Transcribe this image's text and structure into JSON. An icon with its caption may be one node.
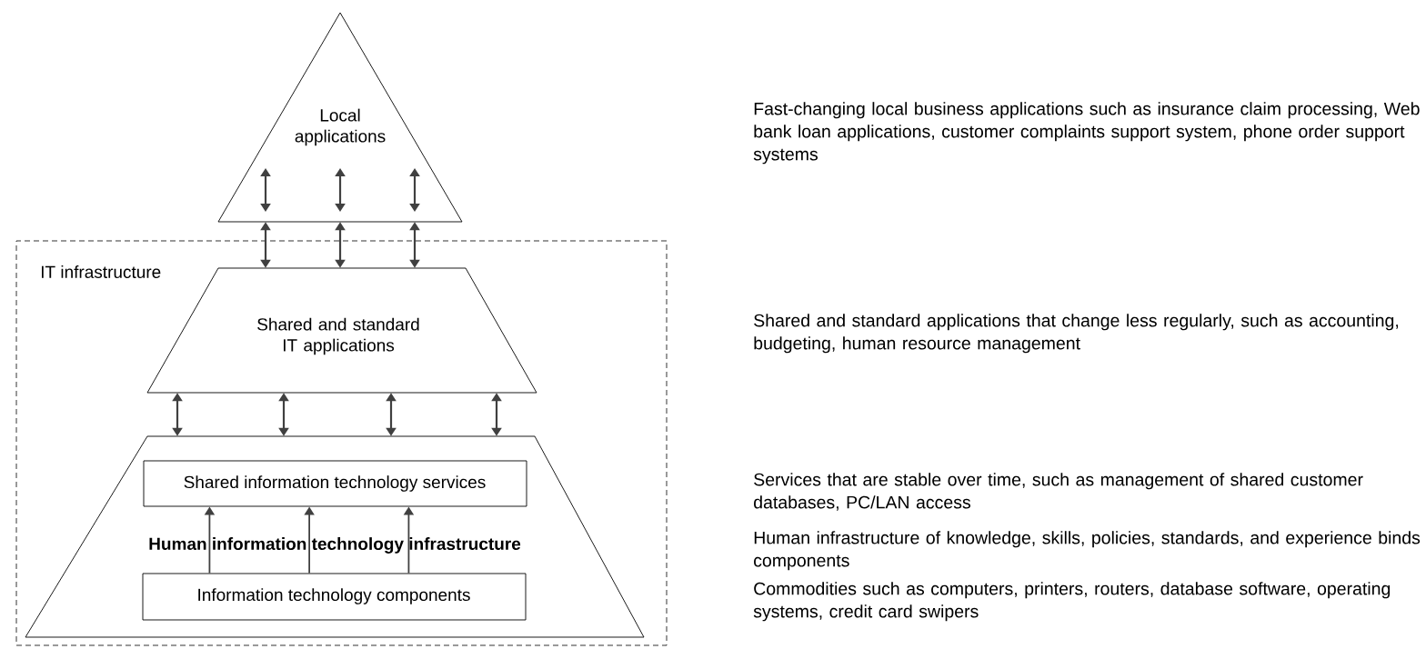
{
  "diagram": {
    "nodes": [
      {
        "text": [
          "IT infrastructure"
        ]
      },
      {
        "text": [
          "Local applications"
        ]
      },
      {
        "text": [
          "Shared and standard IT applications"
        ],
        "in": 0
      },
      {
        "text": [
          "Human information technology infrastructure"
        ],
        "in": 0
      },
      {
        "text": [
          "Shared information technology services"
        ],
        "in": 3
      },
      {
        "text": [
          "Information technology components"
        ],
        "in": 3
      }
    ],
    "edges": [
      {
        "from": 1,
        "to": 2,
        "arrow": "both"
      },
      {
        "from": 1,
        "to": 2,
        "arrow": "both"
      },
      {
        "from": 1,
        "to": 2,
        "arrow": "both"
      },
      {
        "from": 2,
        "to": 3,
        "arrow": "both"
      },
      {
        "from": 2,
        "to": 3,
        "arrow": "both"
      },
      {
        "from": 2,
        "to": 3,
        "arrow": "both"
      },
      {
        "from": 2,
        "to": 3,
        "arrow": "both"
      },
      {
        "from": 5,
        "to": 4,
        "arrow": "to"
      },
      {
        "from": 5,
        "to": 4,
        "arrow": "to"
      },
      {
        "from": 5,
        "to": 4,
        "arrow": "to"
      }
    ],
    "labels": [
      "Fast-changing local business applications such as insurance claim processing, Web bank loan applications, customer complaints support system, phone order support systems",
      "Shared and standard applications that change less regularly, such as accounting, budgeting, human resource management",
      "Services that are stable over time, such as management of shared customer databases, PC/LAN access",
      "Human infrastructure of knowledge, skills, policies, standards, and experience binds components",
      "Commodities such as computers, printers, routers, database software, operating systems, credit card swipers"
    ]
  }
}
